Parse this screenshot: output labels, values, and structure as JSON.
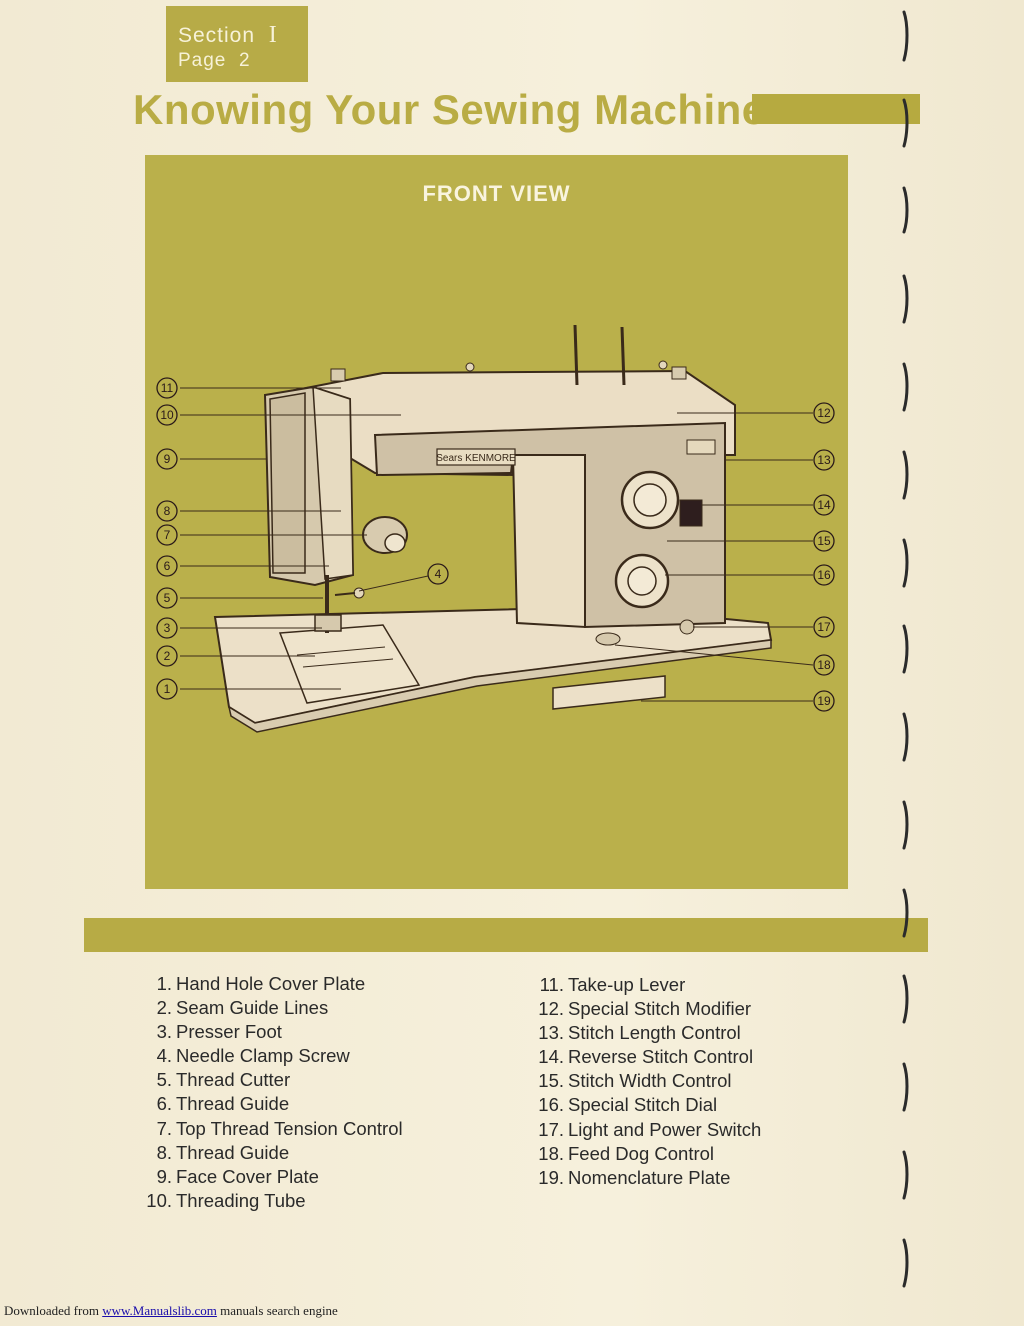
{
  "header": {
    "section_label": "Section",
    "section_number": "I",
    "page_label": "Page",
    "page_number": "2",
    "title": "Knowing Your Sewing Machine"
  },
  "diagram": {
    "heading": "FRONT VIEW",
    "brand_plate": "Sears KENMORE",
    "callouts": [
      "1",
      "2",
      "3",
      "4",
      "5",
      "6",
      "7",
      "8",
      "9",
      "10",
      "11",
      "12",
      "13",
      "14",
      "15",
      "16",
      "17",
      "18",
      "19"
    ]
  },
  "parts_left": [
    {
      "num": "1.",
      "label": "Hand Hole Cover Plate"
    },
    {
      "num": "2.",
      "label": "Seam Guide Lines"
    },
    {
      "num": "3.",
      "label": "Presser Foot"
    },
    {
      "num": "4.",
      "label": "Needle Clamp Screw"
    },
    {
      "num": "5.",
      "label": "Thread Cutter"
    },
    {
      "num": "6.",
      "label": "Thread Guide"
    },
    {
      "num": "7.",
      "label": "Top Thread Tension Control"
    },
    {
      "num": "8.",
      "label": "Thread Guide"
    },
    {
      "num": "9.",
      "label": "Face Cover Plate"
    },
    {
      "num": "10.",
      "label": "Threading Tube"
    }
  ],
  "parts_right": [
    {
      "num": "11.",
      "label": "Take-up Lever"
    },
    {
      "num": "12.",
      "label": "Special Stitch Modifier"
    },
    {
      "num": "13.",
      "label": "Stitch Length Control"
    },
    {
      "num": "14.",
      "label": "Reverse Stitch Control"
    },
    {
      "num": "15.",
      "label": "Stitch Width Control"
    },
    {
      "num": "16.",
      "label": "Special Stitch Dial"
    },
    {
      "num": "17.",
      "label": "Light and Power Switch"
    },
    {
      "num": "18.",
      "label": "Feed Dog Control"
    },
    {
      "num": "19.",
      "label": "Nomenclature Plate"
    }
  ],
  "footer": {
    "prefix": "Downloaded from",
    "link_text": "www.Manualslib.com",
    "suffix": "manuals search engine"
  },
  "colors": {
    "olive": "#b9ae47",
    "paper": "#f4edd8",
    "machine": "#e9dcc4",
    "ink": "#4a2a2a"
  }
}
